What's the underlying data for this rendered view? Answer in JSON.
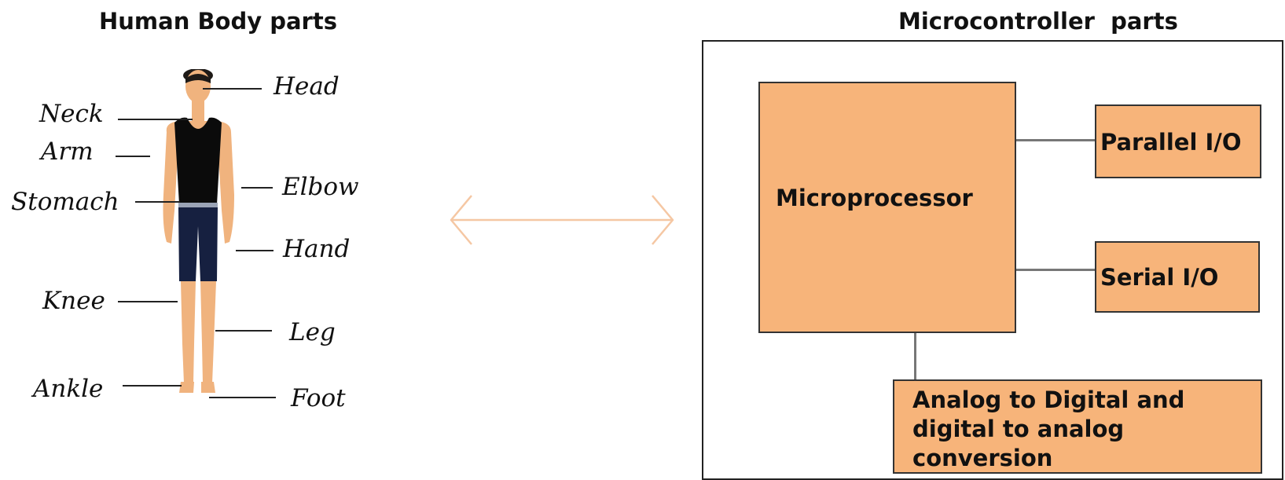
{
  "human_panel": {
    "title": "Human Body parts",
    "labels": {
      "head": "Head",
      "neck": "Neck",
      "arm": "Arm",
      "elbow": "Elbow",
      "stomach": "Stomach",
      "hand": "Hand",
      "knee": "Knee",
      "leg": "Leg",
      "ankle": "Ankle",
      "foot": "Foot"
    }
  },
  "microcontroller_panel": {
    "title": "Microcontroller  parts",
    "blocks": {
      "microprocessor": "Microprocessor",
      "parallel_io": "Parallel I/O",
      "serial_io": "Serial I/O",
      "adc_line1": "Analog to Digital and",
      "adc_line2": "digital to analog",
      "adc_line3": "conversion"
    }
  },
  "colors": {
    "block_fill": "#f7b47a",
    "arrow": "#f5c7a3",
    "skin": "#f0b37e",
    "shirt": "#0b0b0b",
    "shorts": "#162040",
    "hair": "#1e1a17"
  }
}
